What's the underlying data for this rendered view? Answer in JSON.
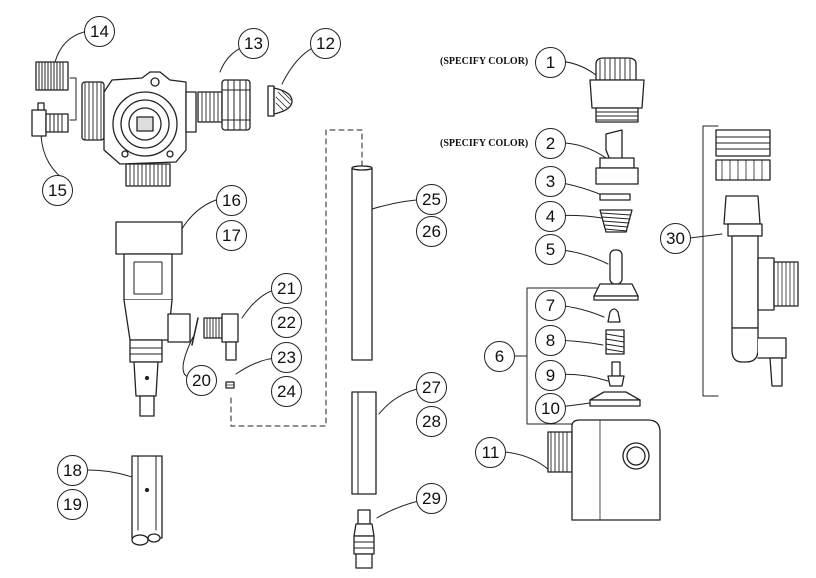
{
  "notes": {
    "specify_color_1": "(SPECIFY COLOR)",
    "specify_color_2": "(SPECIFY COLOR)"
  },
  "callouts": {
    "c1": "1",
    "c2": "2",
    "c3": "3",
    "c4": "4",
    "c5": "5",
    "c6": "6",
    "c7": "7",
    "c8": "8",
    "c9": "9",
    "c10": "10",
    "c11": "11",
    "c12": "12",
    "c13": "13",
    "c14": "14",
    "c15": "15",
    "c16": "16",
    "c17": "17",
    "c18": "18",
    "c19": "19",
    "c20": "20",
    "c21": "21",
    "c22": "22",
    "c23": "23",
    "c24": "24",
    "c25": "25",
    "c26": "26",
    "c27": "27",
    "c28": "28",
    "c29": "29",
    "c30": "30"
  }
}
